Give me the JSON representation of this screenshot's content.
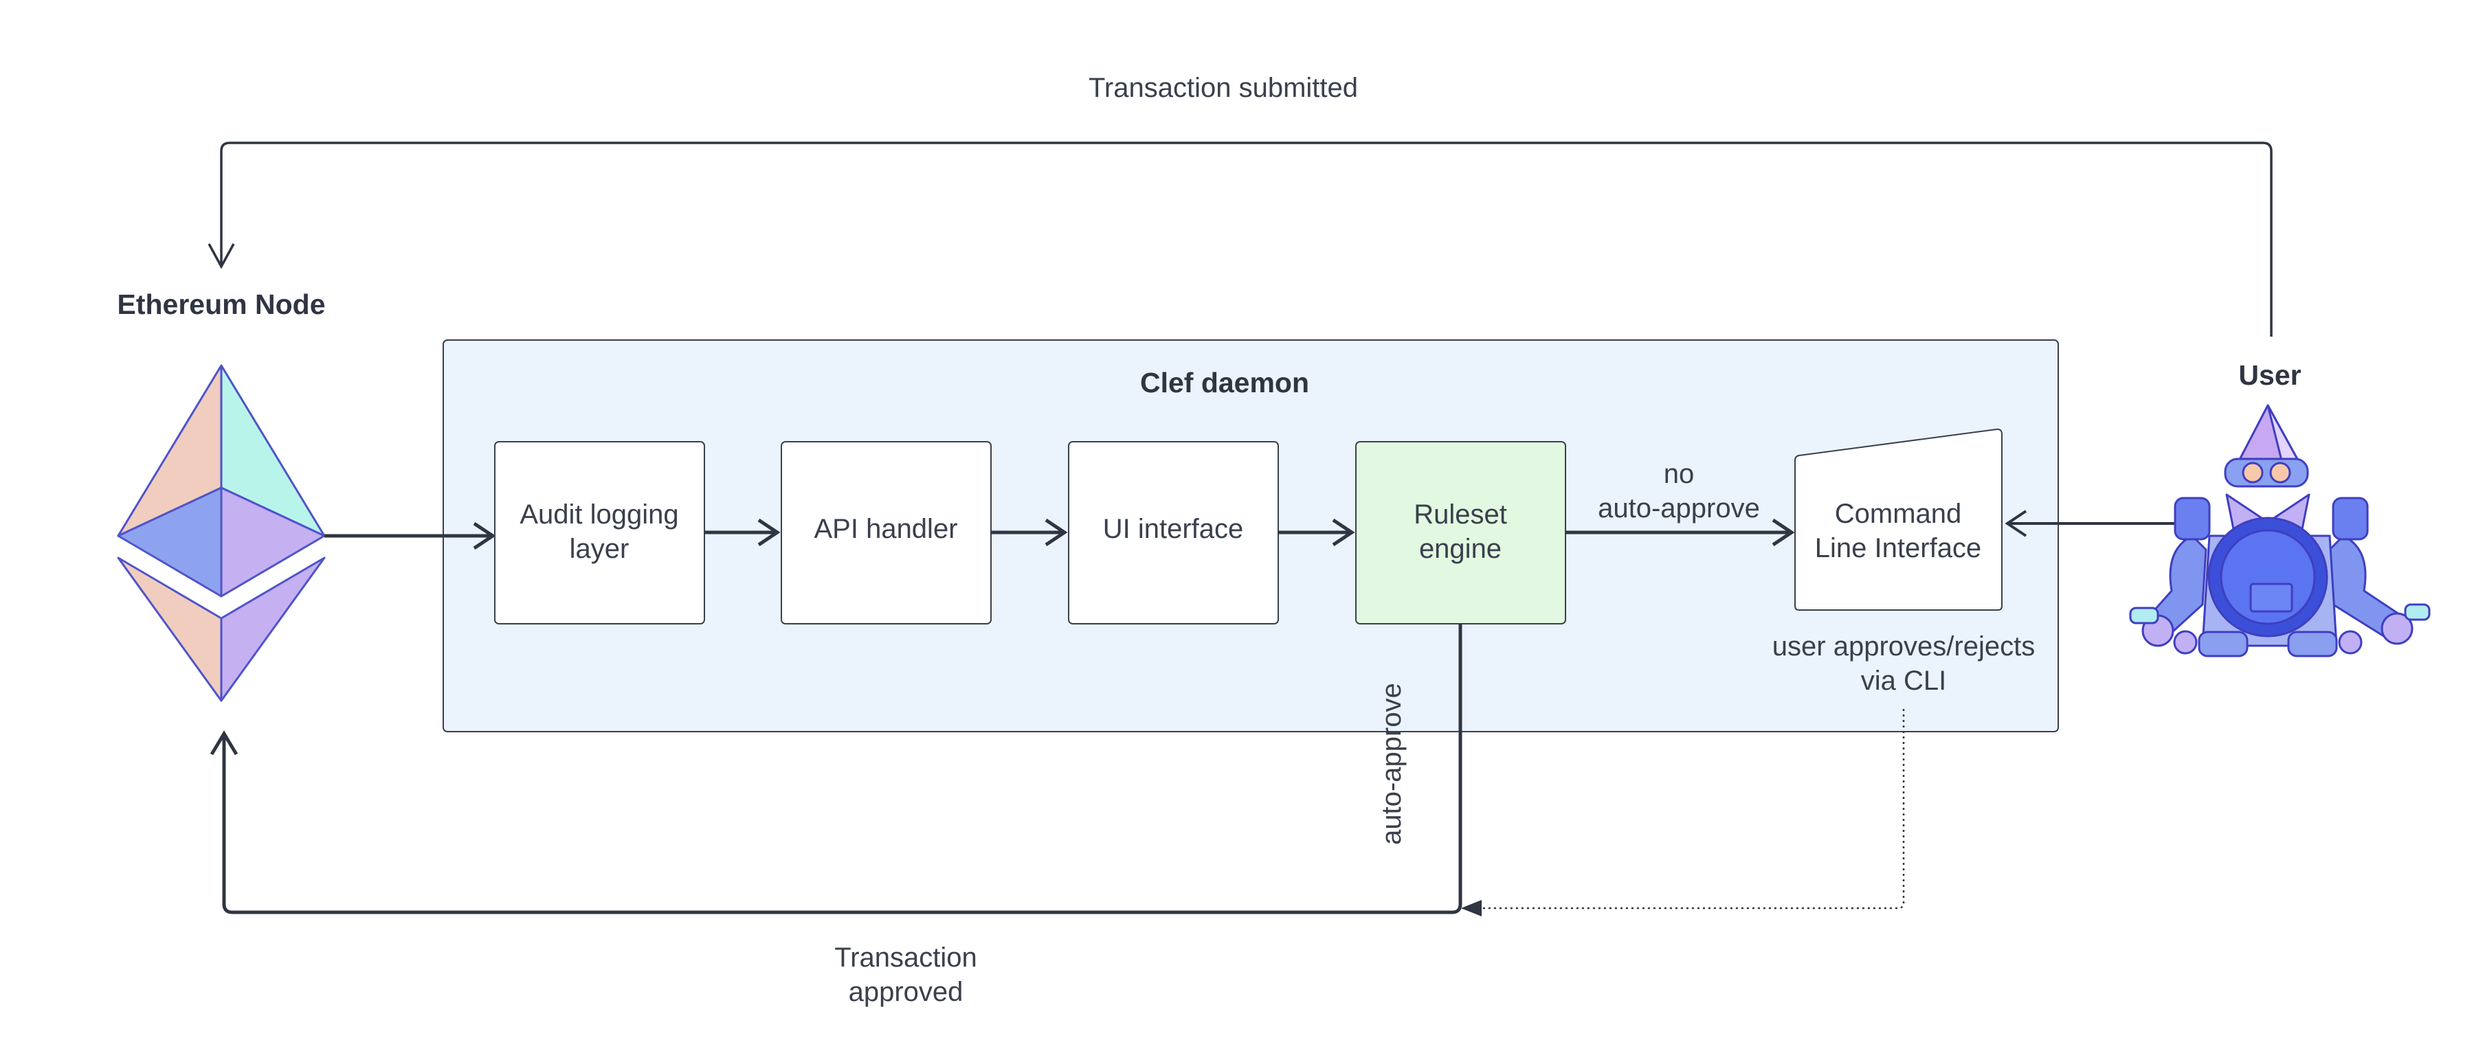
{
  "diagram": {
    "top_arrow_label": "Transaction submitted",
    "ethereum_node_label": "Ethereum Node",
    "clef_title": "Clef daemon",
    "user_label": "User",
    "boxes": {
      "audit_line1": "Audit logging",
      "audit_line2": "layer",
      "api": "API handler",
      "ui": "UI interface",
      "ruleset_line1": "Ruleset",
      "ruleset_line2": "engine",
      "cli_line1": "Command",
      "cli_line2": "Line Interface"
    },
    "no_auto_line1": "no",
    "no_auto_line2": "auto-approve",
    "user_approves_line1": "user approves/rejects",
    "user_approves_line2": "via CLI",
    "auto_approve": "auto-approve",
    "approved_line1": "Transaction",
    "approved_line2": "approved"
  },
  "colors": {
    "container_fill": "#ebf3fd",
    "ruleset_fill": "#e2f8e0",
    "stroke": "#2f3542"
  },
  "icons": {
    "ethereum": "ethereum-logo-icon",
    "user": "robot-user-icon"
  }
}
